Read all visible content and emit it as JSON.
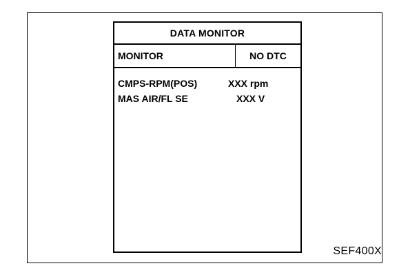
{
  "screen": {
    "title": "DATA MONITOR",
    "mode_label": "MONITOR",
    "status_label": "NO DTC",
    "items": [
      {
        "name": "CMPS-RPM(POS)",
        "value": "XXX rpm"
      },
      {
        "name": "MAS AIR/FL SE",
        "value": "XXX V"
      }
    ]
  },
  "figure_code": "SEF400X"
}
